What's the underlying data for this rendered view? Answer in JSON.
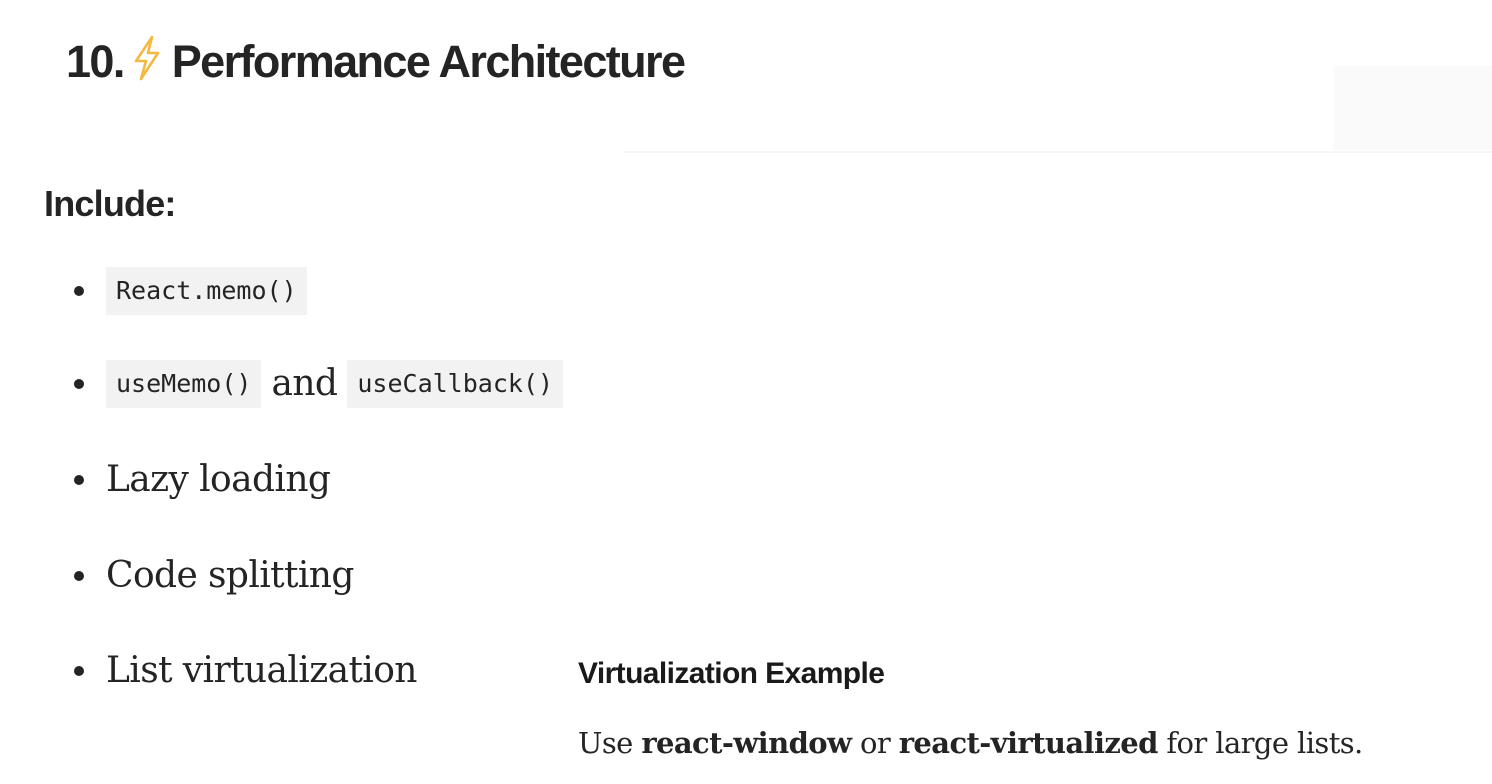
{
  "heading": {
    "number": "10.",
    "icon": "lightning-bolt-icon",
    "icon_color": "#f5b942",
    "title": "Performance Architecture"
  },
  "subheading": "Include:",
  "list": {
    "items": [
      {
        "code1": "React.memo()"
      },
      {
        "code1": "useMemo()",
        "connector": "and",
        "code2": "useCallback()"
      },
      {
        "text": "Lazy loading"
      },
      {
        "text": "Code splitting"
      },
      {
        "text": "List virtualization"
      }
    ]
  },
  "example": {
    "title": "Virtualization Example",
    "prefix": "Use ",
    "lib1": "react-window",
    "middle": " or ",
    "lib2": "react-virtualized",
    "suffix": " for large lists."
  },
  "colors": {
    "text": "#242424",
    "code_background": "#f2f2f2"
  }
}
